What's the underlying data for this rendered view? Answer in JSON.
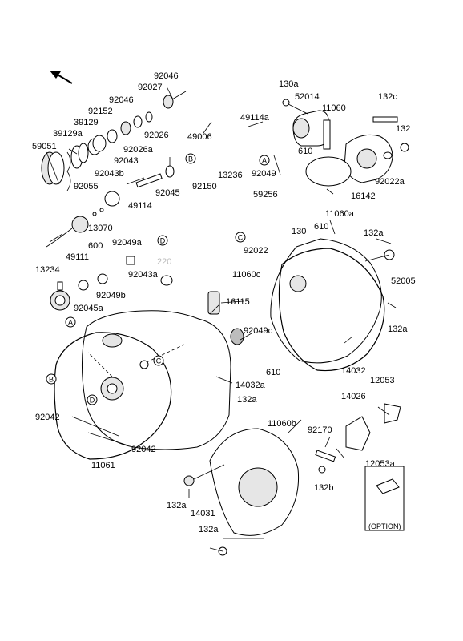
{
  "labels": {
    "p92046_top": "92046",
    "p92027": "92027",
    "p92046_b": "92046",
    "p92152": "92152",
    "p39129": "39129",
    "p39129a": "39129a",
    "p59051": "59051",
    "p92026": "92026",
    "p92026a": "92026a",
    "p92043": "92043",
    "p92043b": "92043b",
    "p92055": "92055",
    "p49114": "49114",
    "p13070": "13070",
    "p49111": "49111",
    "p600": "600",
    "p92049a": "92049a",
    "p220": "220",
    "p92043a": "92043a",
    "p13234": "13234",
    "p92049b": "92049b",
    "p92045a": "92045a",
    "p49006": "49006",
    "p49114a": "49114a",
    "p13236": "13236",
    "p92049": "92049",
    "p92150": "92150",
    "p92045": "92045",
    "p130a": "130a",
    "p52014": "52014",
    "p11060": "11060",
    "p132c": "132c",
    "p132": "132",
    "p610_a": "610",
    "p92022a": "92022a",
    "p16142": "16142",
    "p11060a": "11060a",
    "p59256": "59256",
    "p130": "130",
    "p92022": "92022",
    "p610_b": "610",
    "p132a_1": "132a",
    "p11060c": "11060c",
    "p52005": "52005",
    "p16115": "16115",
    "p92049c": "92049c",
    "p132a_2": "132a",
    "p610_c": "610",
    "p14032": "14032",
    "p12053": "12053",
    "p14032a": "14032a",
    "p132a_3": "132a",
    "p11060b": "11060b",
    "p14026": "14026",
    "p92170": "92170",
    "p92042_a": "92042",
    "p92042_b": "92042",
    "p11061": "11061",
    "p132b": "132b",
    "p12053a": "12053a",
    "p132a_4": "132a",
    "p14031": "14031",
    "p132a_5": "132a",
    "option": "(OPTION)"
  },
  "markers": {
    "A1": "A",
    "A2": "A",
    "B1": "B",
    "B2": "B",
    "C1": "C",
    "C2": "C",
    "D1": "D",
    "D2": "D"
  },
  "icons": {
    "direction": "front-arrow-icon"
  }
}
